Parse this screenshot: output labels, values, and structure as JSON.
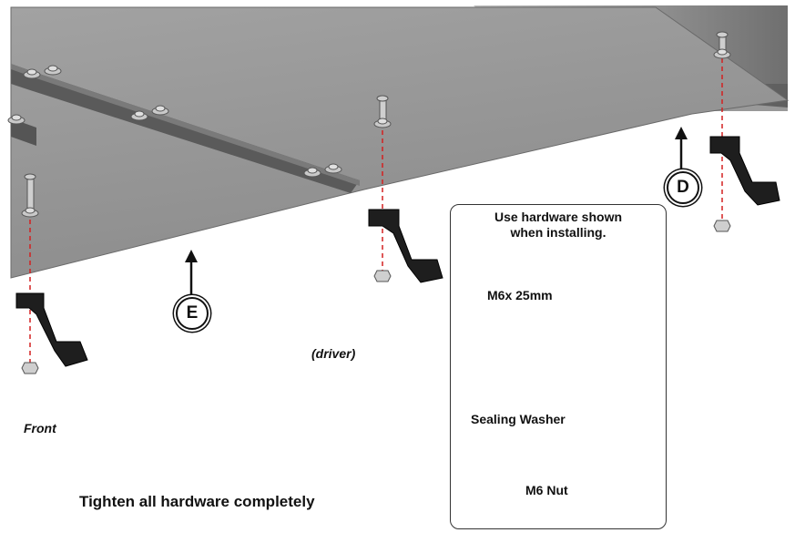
{
  "labels": {
    "front": "Front",
    "driver": "(driver)",
    "instruction": "Tighten all hardware completely"
  },
  "callouts": {
    "e": "E",
    "d": "D"
  },
  "hardware_box": {
    "title": "Use hardware shown\nwhen installing.",
    "bolt_label": "M6x 25mm",
    "washer_label": "Sealing Washer",
    "nut_label": "M6 Nut"
  },
  "colors": {
    "panel": "#9a9a9a",
    "rail": "#555555",
    "bracket": "#1e1e1e",
    "dash": "#d42020"
  },
  "icons": [
    "bolt-icon",
    "sealing-washer-icon",
    "nut-icon",
    "bracket-icon",
    "arrow-up-icon"
  ]
}
